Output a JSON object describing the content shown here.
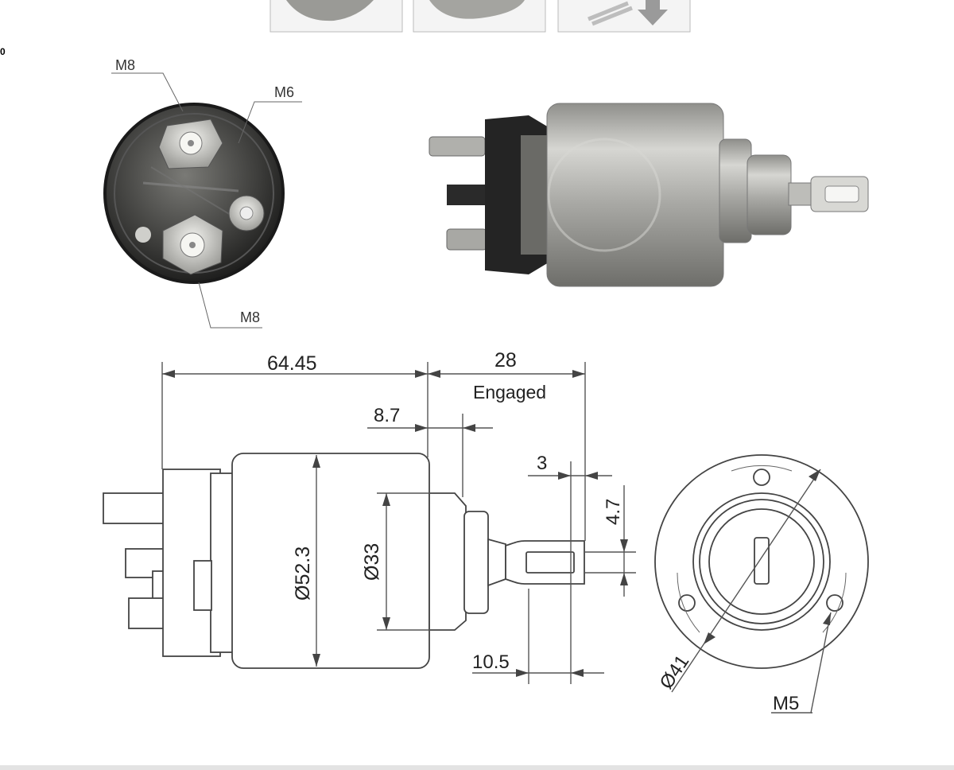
{
  "header": {
    "thumbnails": [
      {
        "name": "thumb-solenoid-photo"
      },
      {
        "name": "thumb-solenoid-side"
      },
      {
        "name": "thumb-download-arrow"
      }
    ],
    "edge_mark": "0"
  },
  "photo_labels": {
    "top_left": "M8",
    "top_right": "M6",
    "bottom": "M8"
  },
  "dimensions": {
    "overall_length": "64.45",
    "travel": "28",
    "travel_note": "Engaged",
    "shoulder": "8.7",
    "slot_offset": "3",
    "slot_width": "4.7",
    "body_diameter": "Ø52.3",
    "nose_diameter": "Ø33",
    "slot_depth": "10.5",
    "bolt_circle": "Ø41",
    "mount_thread": "M5"
  },
  "colors": {
    "metal": "#b8b8b4",
    "dark": "#2a2a2a",
    "line": "#555555"
  }
}
